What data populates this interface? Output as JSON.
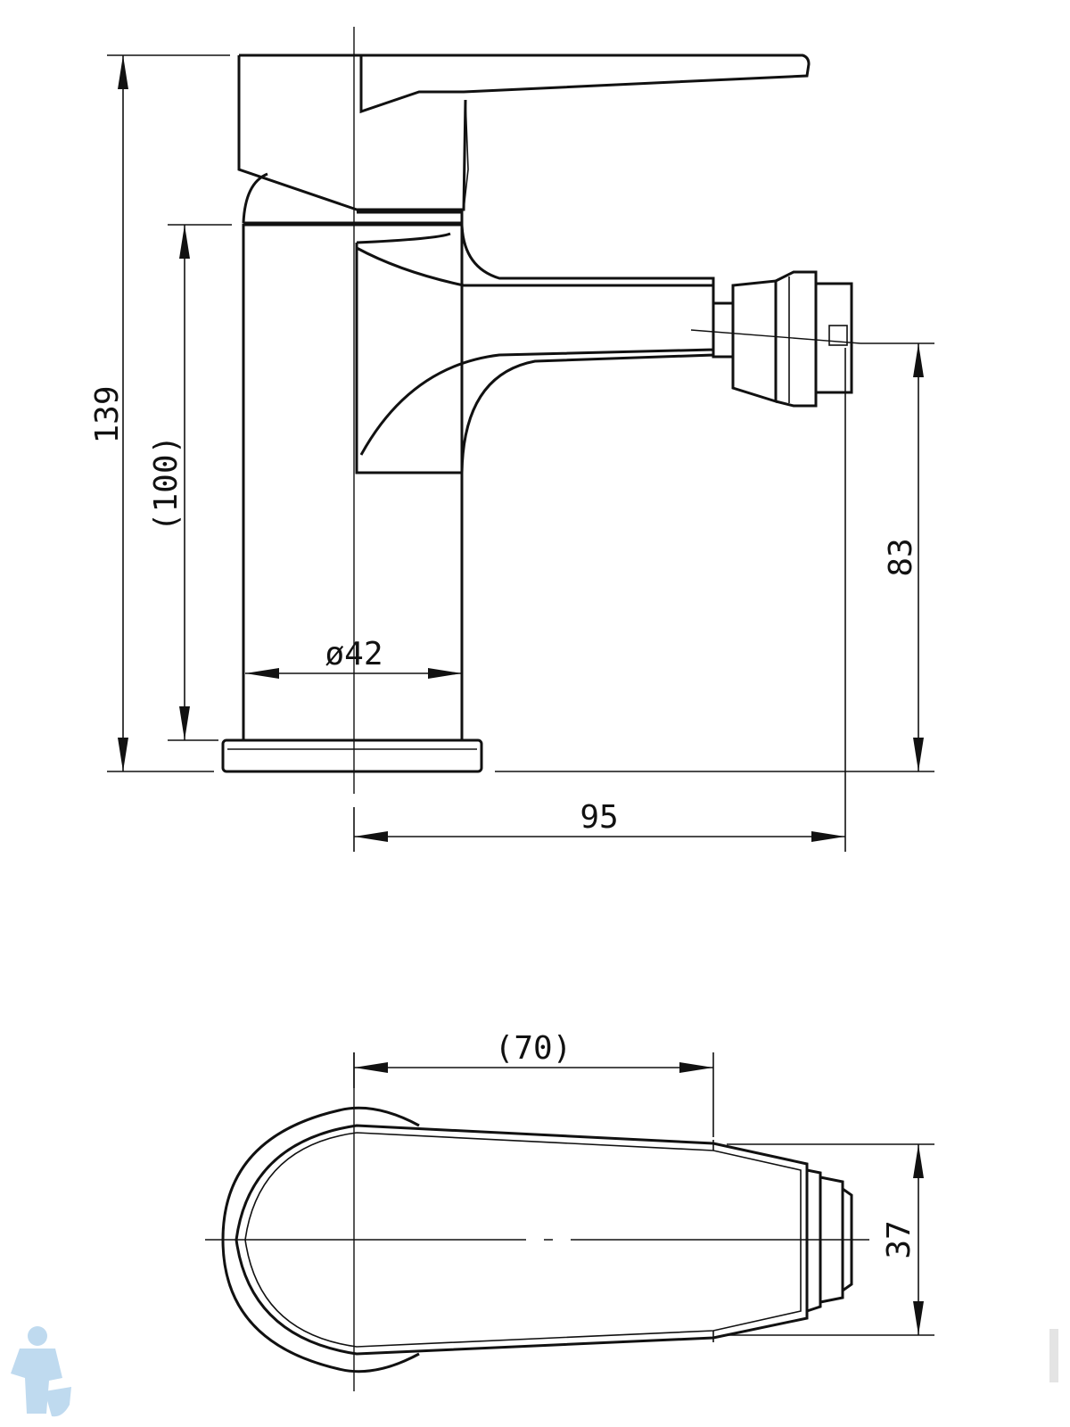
{
  "drawing": {
    "side_view": {
      "total_height": "139",
      "body_height": "(100)",
      "base_diameter": "ø42",
      "spout_height": "83",
      "spout_reach": "95"
    },
    "top_view": {
      "lever_length": "(70)",
      "spout_width": "37"
    }
  },
  "colors": {
    "line": "#111111",
    "watermark": "#b9d6ee"
  }
}
